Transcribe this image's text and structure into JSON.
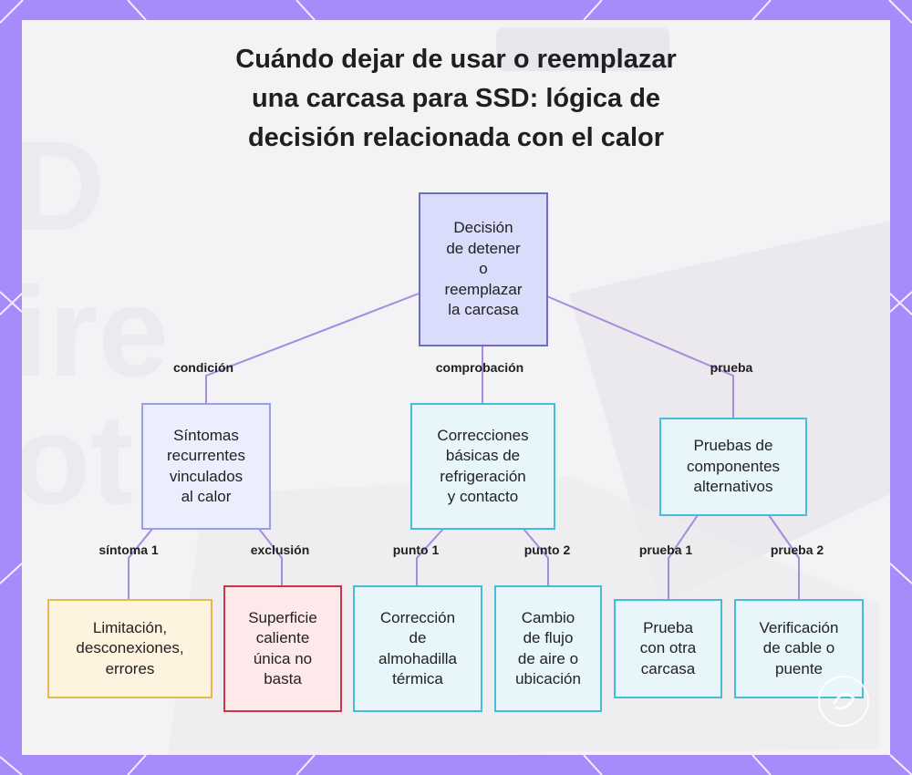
{
  "title": {
    "line1": "Cuándo dejar de usar o reemplazar",
    "line2": "una carcasa para SSD: lógica de",
    "line3": "decisión relacionada con el calor"
  },
  "root": {
    "lines": [
      "Decisión",
      "de detener",
      "o",
      "reemplazar",
      "la carcasa"
    ]
  },
  "branches": [
    {
      "edge_label": "condición",
      "lines": [
        "Síntomas",
        "recurrentes",
        "vinculados",
        "al calor"
      ],
      "children": [
        {
          "edge_label": "síntoma 1",
          "lines": [
            "Limitación,",
            "desconexiones,",
            "errores"
          ]
        },
        {
          "edge_label": "exclusión",
          "lines": [
            "Superficie",
            "caliente",
            "única no",
            "basta"
          ]
        }
      ]
    },
    {
      "edge_label": "comprobación",
      "lines": [
        "Correcciones",
        "básicas de",
        "refrigeración",
        "y contacto"
      ],
      "children": [
        {
          "edge_label": "punto 1",
          "lines": [
            "Corrección",
            "de",
            "almohadilla",
            "térmica"
          ]
        },
        {
          "edge_label": "punto 2",
          "lines": [
            "Cambio",
            "de flujo",
            "de aire o",
            "ubicación"
          ]
        }
      ]
    },
    {
      "edge_label": "prueba",
      "lines": [
        "Pruebas de",
        "componentes",
        "alternativos"
      ],
      "children": [
        {
          "edge_label": "prueba 1",
          "lines": [
            "Prueba",
            "con otra",
            "carcasa"
          ]
        },
        {
          "edge_label": "prueba 2",
          "lines": [
            "Verificación",
            "de cable o",
            "puente"
          ]
        }
      ]
    }
  ],
  "colors": {
    "frame": "#a78bfa",
    "edge": "#a78bdc",
    "root_fill": "#d9dcfb",
    "lavender_fill": "#eceefd",
    "cyan_fill": "#e7f6fb",
    "cyan_border": "#48bcd7",
    "orange_fill": "#fef3df",
    "orange_border": "#e7b84d",
    "red_fill": "#fde9ea",
    "red_border": "#c9364a"
  },
  "icons": [
    "watermark-logo-icon"
  ]
}
